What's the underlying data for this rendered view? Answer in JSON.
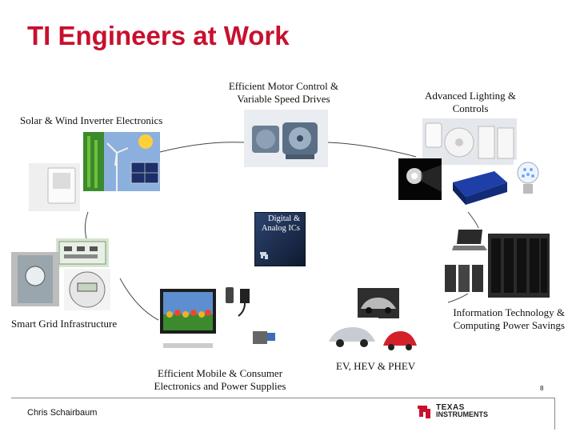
{
  "title": "TI Engineers at Work",
  "center": {
    "label": "Digital & Analog ICs"
  },
  "nodes": {
    "motor": {
      "label": "Efficient Motor Control & Variable Speed Drives"
    },
    "lighting": {
      "label": "Advanced Lighting & Controls"
    },
    "solar": {
      "label": "Solar & Wind Inverter Electronics"
    },
    "it": {
      "label": "Information Technology & Computing Power Savings"
    },
    "grid": {
      "label": "Smart Grid Infrastructure"
    },
    "mobile": {
      "label": "Efficient Mobile & Consumer Electronics and Power Supplies"
    },
    "ev": {
      "label": "EV, HEV & PHEV"
    }
  },
  "footer": {
    "presenter": "Chris Schairbaum",
    "page": "8",
    "logo_line1": "TEXAS",
    "logo_line2": "INSTRUMENTS"
  },
  "colors": {
    "title": "#c8102e",
    "ti_red": "#c8102e"
  }
}
